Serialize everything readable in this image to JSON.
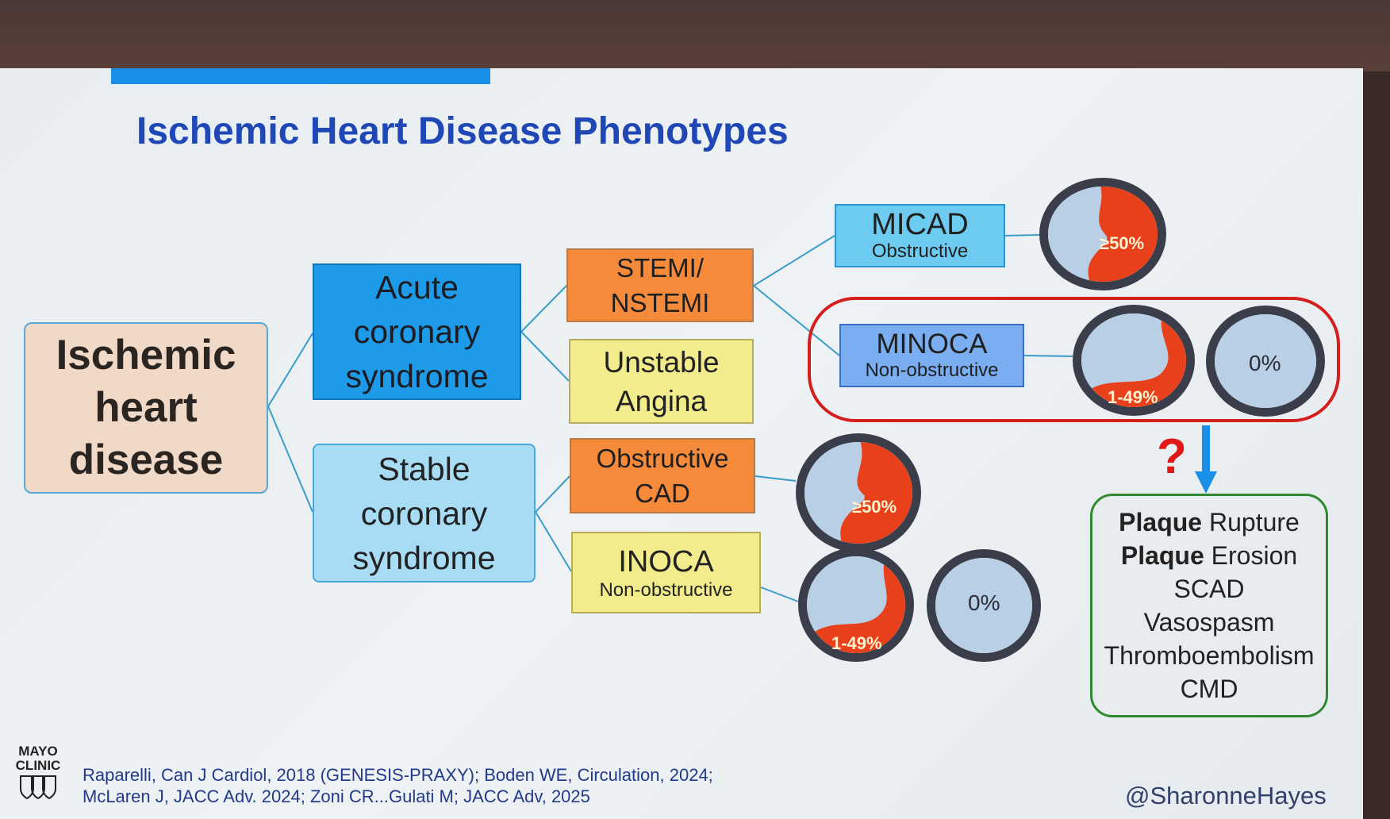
{
  "slide": {
    "title": "Ischemic Heart Disease Phenotypes",
    "boxes": {
      "ihd": [
        "Ischemic",
        "heart",
        "disease"
      ],
      "acs": [
        "Acute",
        "coronary",
        "syndrome"
      ],
      "scs": [
        "Stable",
        "coronary",
        "syndrome"
      ],
      "stemi": [
        "STEMI/",
        "NSTEMI"
      ],
      "ua": [
        "Unstable",
        "Angina"
      ],
      "ocad": [
        "Obstructive",
        "CAD"
      ],
      "inoca": {
        "main": "INOCA",
        "sub": "Non-obstructive"
      },
      "micad": {
        "main": "MICAD",
        "sub": "Obstructive"
      },
      "minoca": {
        "main": "MINOCA",
        "sub": "Non-obstructive"
      }
    },
    "stenosis_labels": {
      "micad": "≥50%",
      "minoca_partial": "1-49%",
      "minoca_none": "0%",
      "ocad": "≥50%",
      "inoca_partial": "1-49%",
      "inoca_none": "0%"
    },
    "question_mark": "?",
    "mechanisms": [
      {
        "bold": "Plaque",
        "rest": " Rupture"
      },
      {
        "bold": "Plaque",
        "rest": " Erosion"
      },
      {
        "bold": "",
        "rest": "SCAD"
      },
      {
        "bold": "",
        "rest": "Vasospasm"
      },
      {
        "bold": "",
        "rest": "Thromboembolism"
      },
      {
        "bold": "",
        "rest": "CMD"
      }
    ],
    "citation": [
      "Raparelli, Can J Cardiol, 2018 (GENESIS-PRAXY); Boden WE, Circulation, 2024;",
      "McLaren J, JACC Adv. 2024; Zoni CR...Gulati M; JACC Adv, 2025"
    ],
    "handle": "@SharonneHayes",
    "logo": [
      "MAYO",
      "CLINIC"
    ]
  },
  "colors": {
    "title": "#1f47b6",
    "accent_bar": "#1b8fe8",
    "acs_box": "#1e9be8",
    "scs_box": "#a8dcf4",
    "orange_box": "#f48a3a",
    "yellow_box": "#f2ec8c",
    "plaque": "#e8401a",
    "highlight_frame": "#d41f1f",
    "mechanism_border": "#2e8a2e"
  }
}
